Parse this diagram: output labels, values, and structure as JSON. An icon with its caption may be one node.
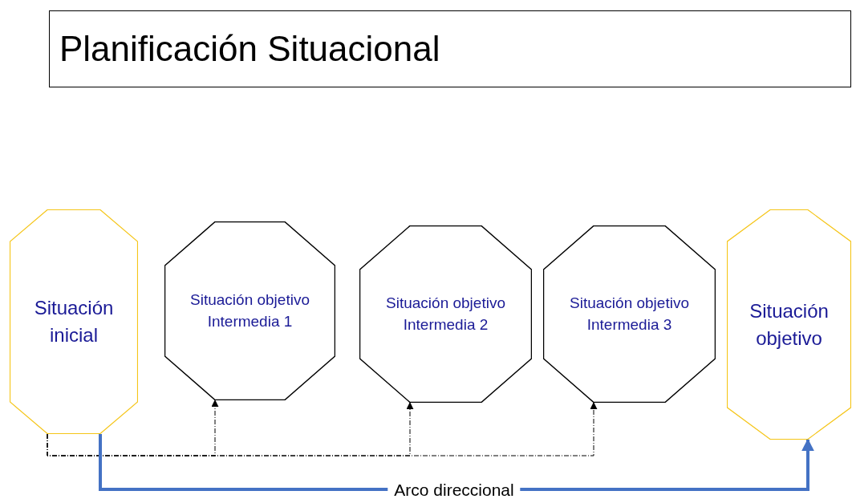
{
  "diagram": {
    "title": "Planificación Situacional",
    "nodes": [
      {
        "text": [
          "Situación inicial"
        ]
      },
      {
        "text": [
          "Situación objetivo Intermedia 1"
        ]
      },
      {
        "text": [
          "Situación objetivo Intermedia 2"
        ]
      },
      {
        "text": [
          "Situación objetivo Intermedia 3"
        ]
      },
      {
        "text": [
          "Situación objetivo"
        ]
      }
    ],
    "edges": [
      {
        "from": 0,
        "to": 1,
        "arrow": "to",
        "style": "dashed"
      },
      {
        "from": 0,
        "to": 2,
        "arrow": "to",
        "style": "dashed"
      },
      {
        "from": 0,
        "to": 3,
        "arrow": "to",
        "style": "dashed"
      },
      {
        "from": 0,
        "to": 4,
        "arrow": "to",
        "style": "thick",
        "color": "#4472c4",
        "label": "Arco direccional"
      }
    ]
  }
}
